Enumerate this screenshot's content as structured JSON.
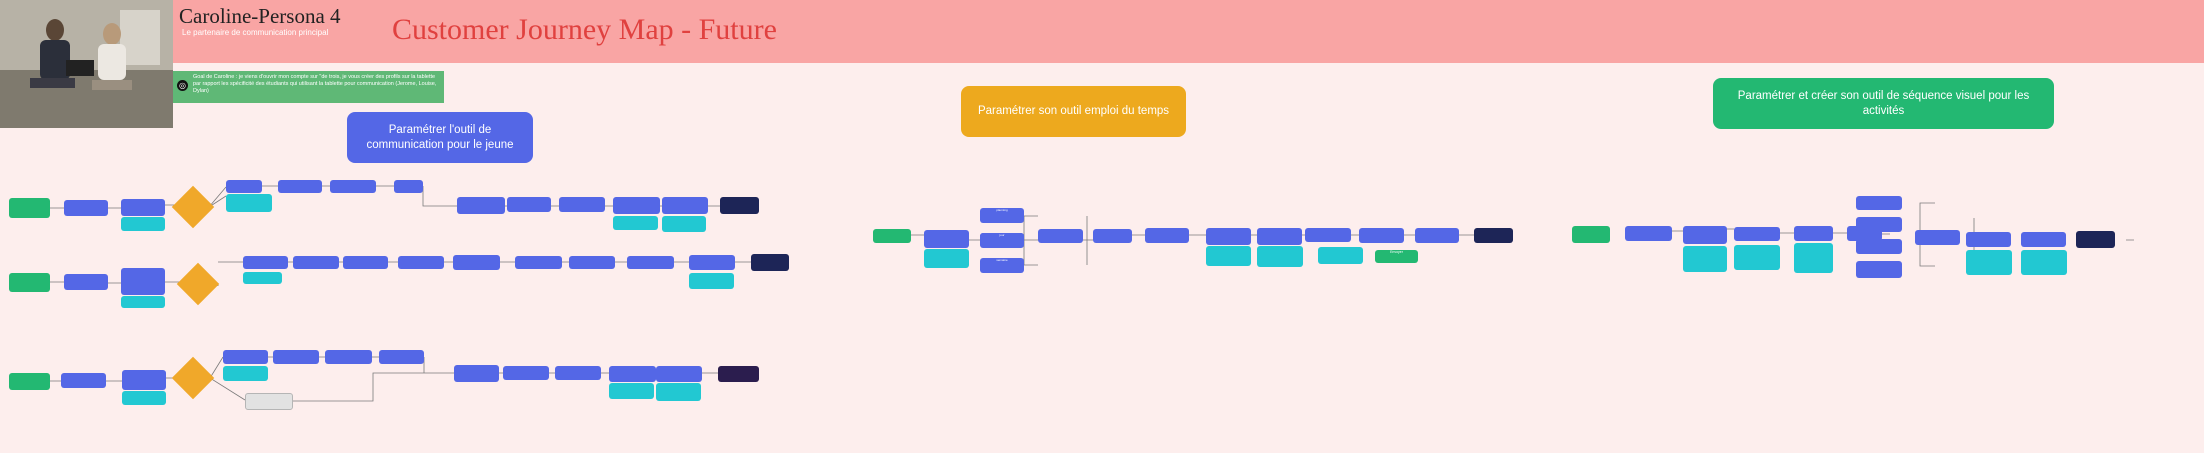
{
  "header": {
    "persona_title": "Caroline-Persona 4",
    "persona_subtitle": "Le partenaire de communication principal",
    "main_title": "Customer Journey Map - Future"
  },
  "goal": {
    "text": "Goal de Caroline : je viens d'ouvrir mon compte sur \"de trois, je vous créer des profils sur la tablette par rapport les spécificité des étudiants qui utilisant la tablette pour communication (Jerome, Louise, Dylan)"
  },
  "sections": [
    {
      "title": "Paramétrer l'outil de communication pour le jeune",
      "color": "#5467e6"
    },
    {
      "title": "Paramétrer son outil emploi du temps",
      "color": "#eda91e"
    },
    {
      "title": "Paramétrer et créer  son outil de séquence visuel pour les activités",
      "color": "#23b872"
    }
  ],
  "diagram_labels": {
    "planning": "planning",
    "jour": "jour",
    "semaine": "semaine",
    "envoyer": "Envoyer"
  }
}
